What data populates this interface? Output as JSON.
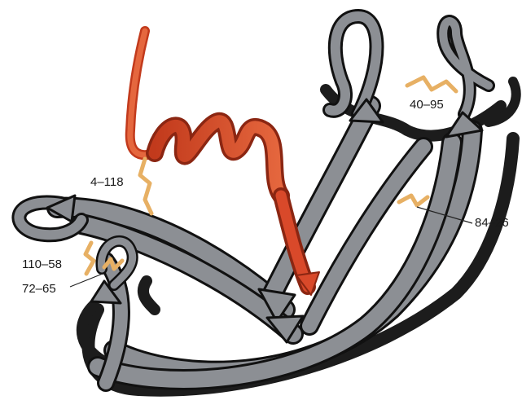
{
  "colors": {
    "strand_fill": "#8c8f94",
    "strand_edge": "#111111",
    "back_strand": "#1c1c1c",
    "helix_light": "#e5673e",
    "helix_dark": "#c23a1c",
    "disulfide": "#e7b064",
    "leader_line": "#222222"
  },
  "icons": [
    "protein-ribbon-structure",
    "disulfide-bond-icon"
  ],
  "labels": {
    "bond_4_118": "4–118",
    "bond_40_95": "40–95",
    "bond_84_26": "84–26",
    "bond_110_58": "110–58",
    "bond_72_65": "72–65"
  }
}
